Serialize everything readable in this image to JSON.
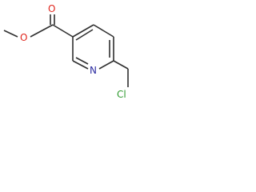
{
  "diagram": {
    "kind": "chemical-structure",
    "atoms": {
      "carbonyl_oxygen": "O",
      "ester_oxygen": "O",
      "ring_nitrogen": "N",
      "chlorine": "Cl"
    },
    "colors": {
      "bond": "#2f2f2f",
      "oxygen": "#e0261d",
      "nitrogen": "#2a2aa0",
      "chlorine": "#2f9a2f"
    }
  }
}
